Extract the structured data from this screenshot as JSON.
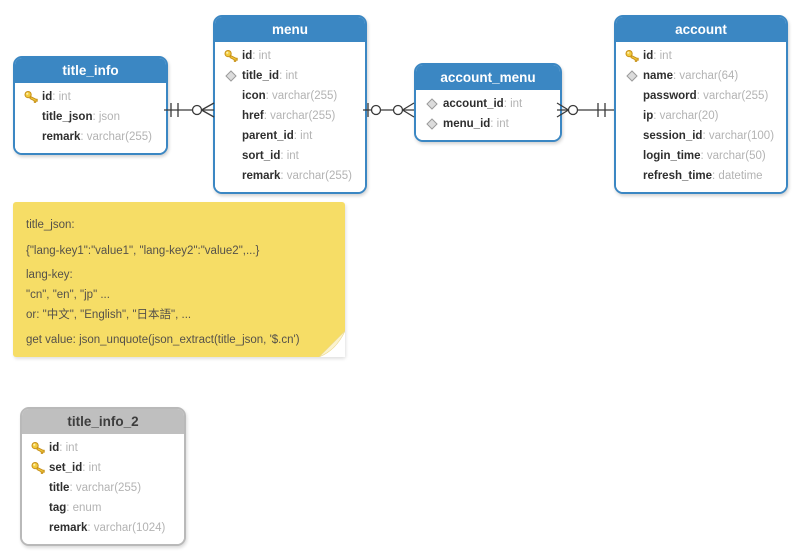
{
  "app": {
    "view": "er-diagram-canvas"
  },
  "colors": {
    "table_header_blue": "#3b87c3",
    "table_header_gray": "#bfbfbf",
    "note_yellow": "#f6dd66",
    "note_fold": "#fbf3cf",
    "key_icon": "#f2cb3d",
    "diamond_icon": "#dcdcdc",
    "connector_line": "#3a3a3a",
    "field_name_text": "#2e2e2e",
    "field_type_text": "#b3b3b3"
  },
  "tables": [
    {
      "name": "title_info",
      "style": "blue",
      "fields": [
        {
          "icon": "key-icon",
          "name": "id",
          "type": ": int"
        },
        {
          "icon": "",
          "name": "title_json",
          "type": ": json"
        },
        {
          "icon": "",
          "name": "remark",
          "type": ": varchar(255)"
        }
      ]
    },
    {
      "name": "menu",
      "style": "blue",
      "fields": [
        {
          "icon": "key-icon",
          "name": "id",
          "type": ": int"
        },
        {
          "icon": "diamond-icon",
          "name": "title_id",
          "type": ": int"
        },
        {
          "icon": "",
          "name": "icon",
          "type": ": varchar(255)"
        },
        {
          "icon": "",
          "name": "href",
          "type": ": varchar(255)"
        },
        {
          "icon": "",
          "name": "parent_id",
          "type": ": int"
        },
        {
          "icon": "",
          "name": "sort_id",
          "type": ": int"
        },
        {
          "icon": "",
          "name": "remark",
          "type": ": varchar(255)"
        }
      ]
    },
    {
      "name": "account_menu",
      "style": "blue",
      "fields": [
        {
          "icon": "diamond-icon",
          "name": "account_id",
          "type": ": int"
        },
        {
          "icon": "diamond-icon",
          "name": "menu_id",
          "type": ": int"
        }
      ]
    },
    {
      "name": "account",
      "style": "blue",
      "fields": [
        {
          "icon": "key-icon",
          "name": "id",
          "type": ": int"
        },
        {
          "icon": "diamond-icon",
          "name": "name",
          "type": ": varchar(64)"
        },
        {
          "icon": "",
          "name": "password",
          "type": ": varchar(255)"
        },
        {
          "icon": "",
          "name": "ip",
          "type": ": varchar(20)"
        },
        {
          "icon": "",
          "name": "session_id",
          "type": ": varchar(100)"
        },
        {
          "icon": "",
          "name": "login_time",
          "type": ": varchar(50)"
        },
        {
          "icon": "",
          "name": "refresh_time",
          "type": ": datetime"
        }
      ]
    },
    {
      "name": "title_info_2",
      "style": "gray",
      "fields": [
        {
          "icon": "key-icon",
          "name": "id",
          "type": ": int"
        },
        {
          "icon": "key-icon",
          "name": "set_id",
          "type": ": int"
        },
        {
          "icon": "",
          "name": "title",
          "type": ": varchar(255)"
        },
        {
          "icon": "",
          "name": "tag",
          "type": ": enum"
        },
        {
          "icon": "",
          "name": "remark",
          "type": ": varchar(1024)"
        }
      ]
    }
  ],
  "relationships": [
    {
      "from": "title_info",
      "to": "menu",
      "from_marker": "one-and-only-one",
      "to_marker": "zero-or-many"
    },
    {
      "from": "menu",
      "to": "account_menu",
      "from_marker": "zero-or-one",
      "to_marker": "zero-or-many"
    },
    {
      "from": "account_menu",
      "to": "account",
      "from_marker": "zero-or-many",
      "to_marker": "one-and-only-one"
    }
  ],
  "note": {
    "lines": [
      "title_json:",
      "{\"lang-key1\":\"value1\", \"lang-key2\":\"value2\",...}",
      "lang-key:",
      "\"cn\", \"en\", \"jp\" ...",
      "or: \"中文\", \"English\", \"日本語\", ...",
      "get value: json_unquote(json_extract(title_json, '$.cn')"
    ]
  }
}
